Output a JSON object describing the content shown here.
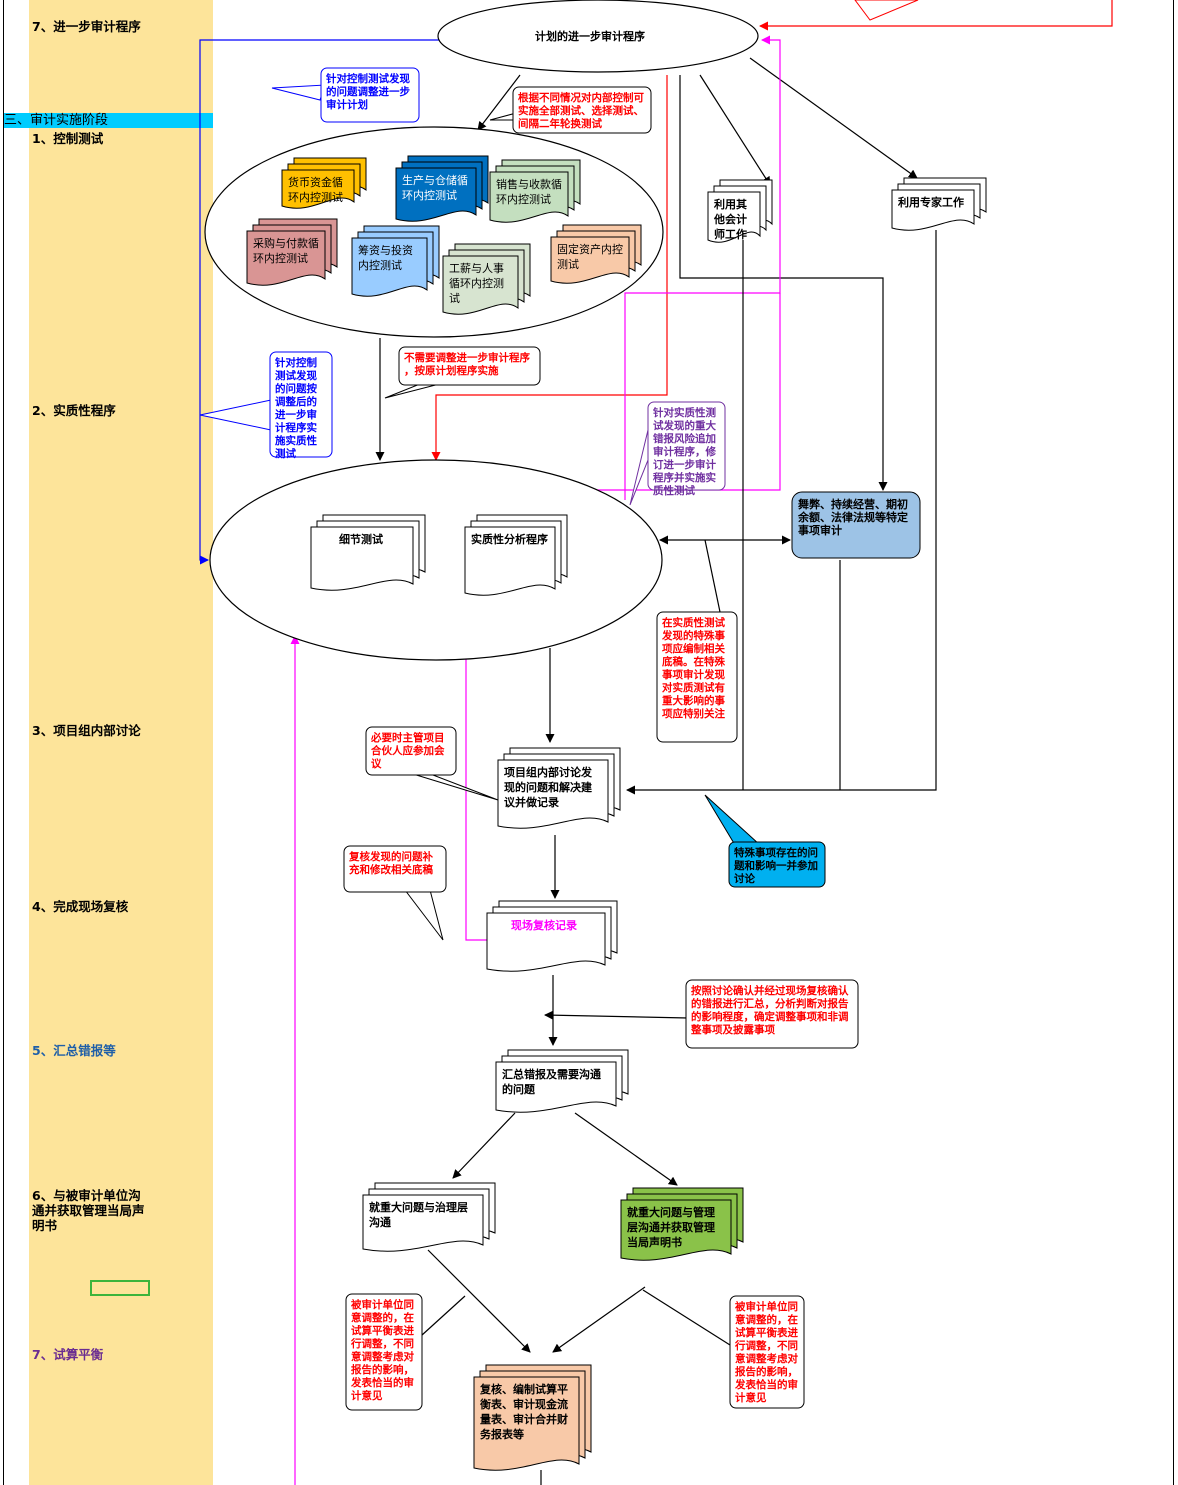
{
  "sidebar": {
    "phase": "三、审计实施阶段",
    "steps": [
      "7、进一步审计程序",
      "1、控制测试",
      "2、实质性程序",
      "3、项目组内部讨论",
      "4、完成现场复核",
      "5、汇总错报等",
      "6、与被审计单位沟通并获取管理当局声明书",
      "7、试算平衡"
    ]
  },
  "colors": {
    "sidebar_bg": "#fde49a",
    "phase_bg": "#00ccff",
    "blue_callout": "#0000ff",
    "red_callout": "#ff0000",
    "magenta_line": "#ff00ff",
    "purple_callout": "#7030a0"
  },
  "nodes": {
    "plan": "计划的进一步审计程序",
    "cash_control": "货币资金循环内控测试",
    "prod_control": "生产与仓储循环内控测试",
    "sales_control": "销售与收款循环内控测试",
    "purchase_control": "采购与付款循环内控测试",
    "finance_control": "筹资与投资内控测试",
    "payroll_control": "工薪与人事循环内控测试",
    "fixed_control": "固定资产内控测试",
    "other_auditor": "利用其他会计师工作",
    "expert": "利用专家工作",
    "detail_test": "细节测试",
    "analytic": "实质性分析程序",
    "special": "舞弊、持续经营、期初余额、法律法规等特定事项审计",
    "discussion": "项目组内部讨论发现的问题和解决建议并做记录",
    "review": "现场复核记录",
    "summary": "汇总错报及需要沟通的问题",
    "governance": "就重大问题与治理层沟通",
    "management": "就重大问题与管理层沟通并获取管理当局声明书",
    "trial": "复核、编制试算平衡表、审计现金流量表、审计合并财务报表等"
  },
  "notes": {
    "n1": "针对控制测试发现的问题调整进一步审计计划",
    "n2": "根据不同情况对内部控制可实施全部测试、选择测试、间隔二年轮换测试",
    "n3": "不需要调整进一步审计程序，按原计划程序实施",
    "n4": "针对控制测试发现的问题按调整后的进一步审计程序实施实质性测试",
    "n5": "针对实质性测试发现的重大错报风险追加审计程序，修订进一步审计程序并实施实质性测试",
    "n6": "在实质性测试发现的特殊事项应编制相关底稿。在特殊事项审计发现对实质测试有重大影响的事项应特别关注",
    "n7": "必要时主管项目合伙人应参加会议",
    "n8": "特殊事项存在的问题和影响一并参加讨论",
    "n9": "复核发现的问题补充和修改相关底稿",
    "n10": "按照讨论确认并经过现场复核确认的错报进行汇总，分析判断对报告的影响程度，确定调整事项和非调整事项及披露事项",
    "n11": "被审计单位同意调整的，在试算平衡表进行调整，不同意调整考虑对报告的影响，发表恰当的审计意见",
    "n12": "被审计单位同意调整的，在试算平衡表进行调整，不同意调整考虑对报告的影响，发表恰当的审计意见"
  }
}
